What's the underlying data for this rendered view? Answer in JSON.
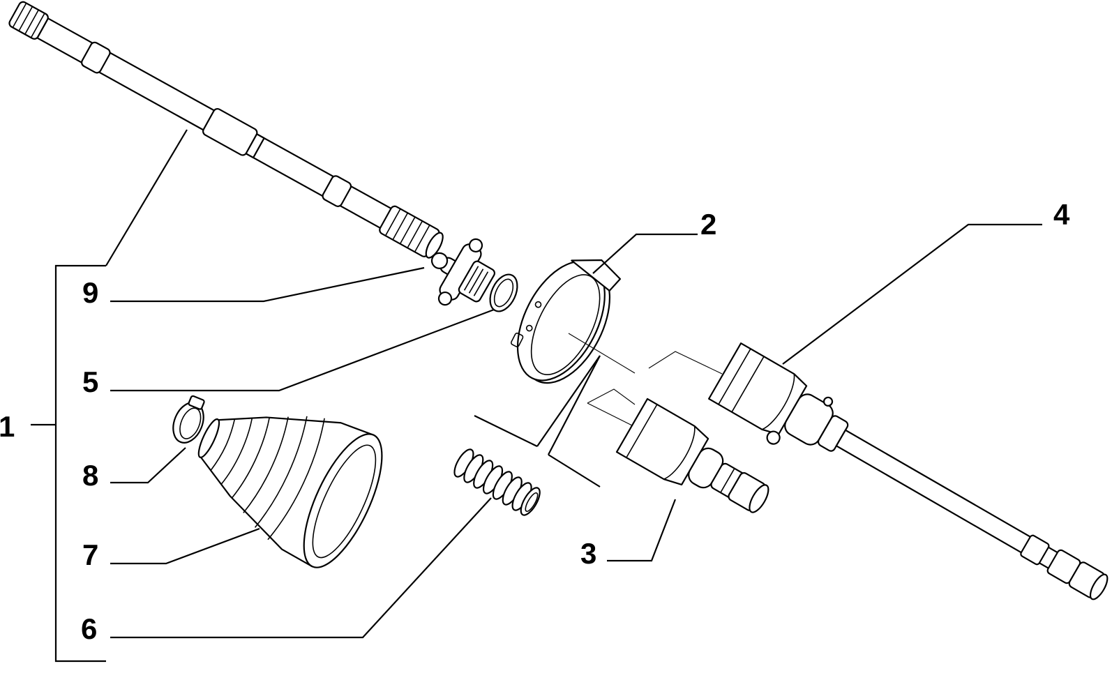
{
  "diagram": {
    "callouts": {
      "c1": "1",
      "c2": "2",
      "c3": "3",
      "c4": "4",
      "c5": "5",
      "c6": "6",
      "c7": "7",
      "c8": "8",
      "c9": "9"
    },
    "parts": [
      {
        "ref": "1",
        "part": "driveshaft-assembly"
      },
      {
        "ref": "2",
        "part": "boot-retaining-ring"
      },
      {
        "ref": "3",
        "part": "inner-joint-housing"
      },
      {
        "ref": "4",
        "part": "outer-joint-shaft"
      },
      {
        "ref": "5",
        "part": "snap-ring"
      },
      {
        "ref": "6",
        "part": "spring"
      },
      {
        "ref": "7",
        "part": "protective-boot"
      },
      {
        "ref": "8",
        "part": "boot-clamp"
      },
      {
        "ref": "9",
        "part": "tripod-spider"
      }
    ]
  }
}
